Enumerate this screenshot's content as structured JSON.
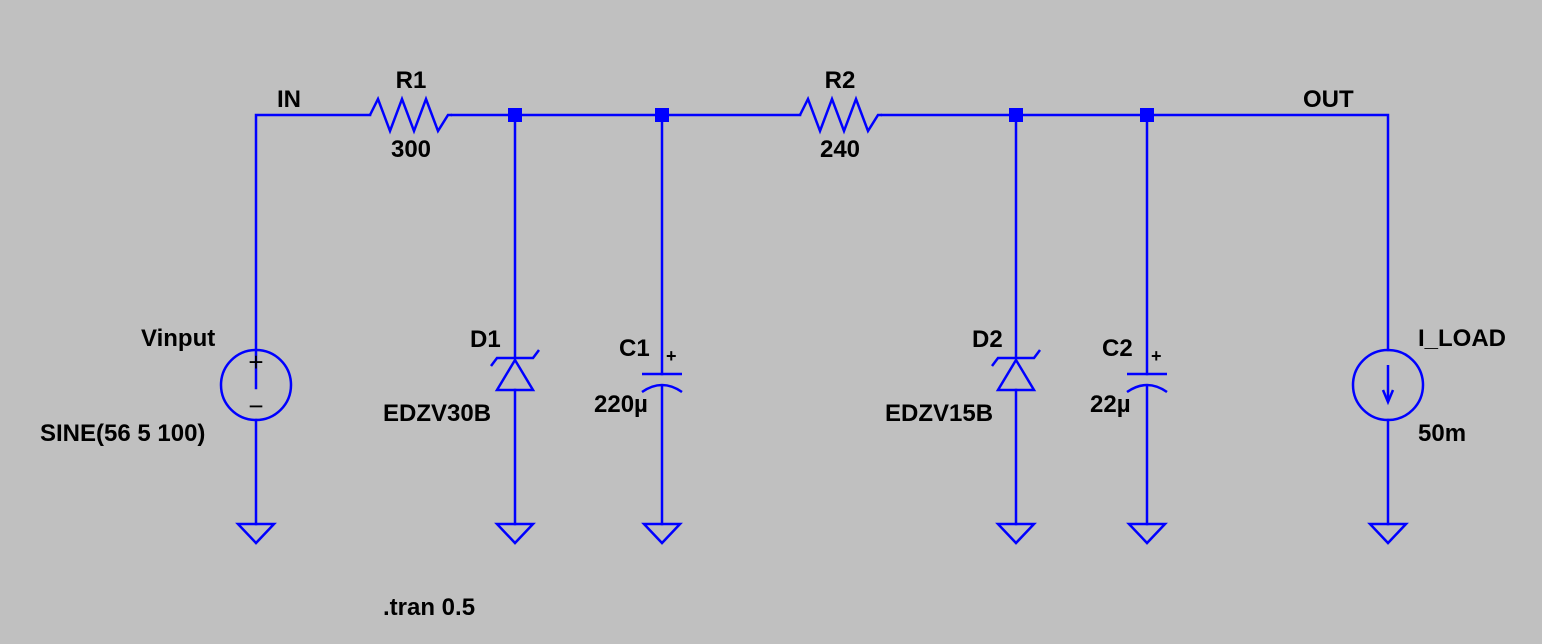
{
  "nets": {
    "in": "IN",
    "out": "OUT"
  },
  "components": {
    "r1": {
      "name": "R1",
      "value": "300"
    },
    "r2": {
      "name": "R2",
      "value": "240"
    },
    "d1": {
      "name": "D1",
      "value": "EDZV30B"
    },
    "d2": {
      "name": "D2",
      "value": "EDZV15B"
    },
    "c1": {
      "name": "C1",
      "value": "220µ",
      "polarity": "+"
    },
    "c2": {
      "name": "C2",
      "value": "22µ",
      "polarity": "+"
    },
    "vinput": {
      "name": "Vinput",
      "value": "SINE(56 5 100)",
      "plus": "+",
      "minus": "−"
    },
    "iload": {
      "name": "I_LOAD",
      "value": "50m"
    }
  },
  "directive": ".tran 0.5",
  "colors": {
    "background": "#c0c0c0",
    "wire": "#0000ff",
    "text": "#000000"
  }
}
